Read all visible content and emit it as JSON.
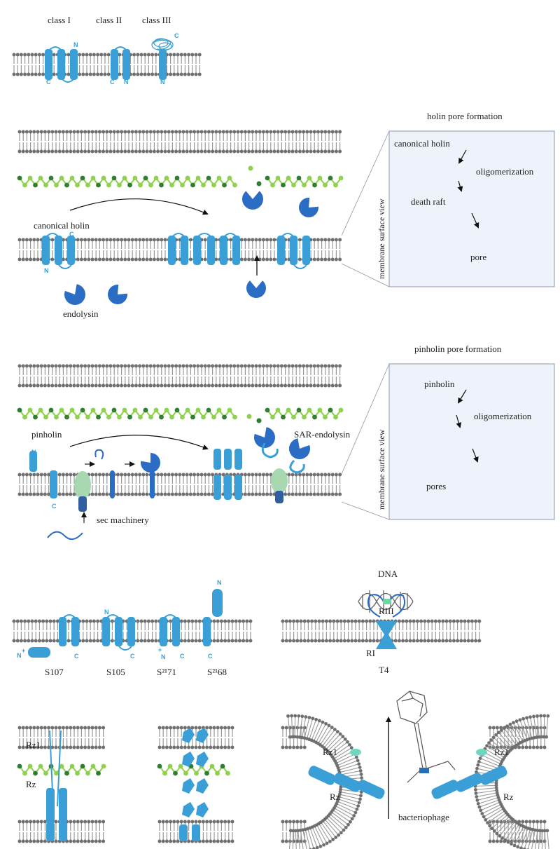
{
  "colors": {
    "protein": "#3a9fd6",
    "protein_dark": "#2b6cc4",
    "lipid_head": "#6f6f6f",
    "lipid_tail": "#9a9a9a",
    "pg_light": "#8fd14f",
    "pg_dark": "#2f7d32",
    "sec": "#a8d8b0",
    "panel_bg": "#eef2fa",
    "terminus": "#3a9fd6",
    "arrow": "#111111"
  },
  "topology": {
    "labels": [
      "class I",
      "class II",
      "class III"
    ],
    "terminals": {
      "class1": [
        "N",
        "C"
      ],
      "class2": [
        "C",
        "N"
      ],
      "class3": [
        "C",
        "N"
      ]
    }
  },
  "holin": {
    "label_canonical": "canonical holin",
    "label_endolysin": "endolysin",
    "terminals": [
      "N",
      "C"
    ],
    "panel": {
      "title": "holin pore formation",
      "side_label": "membrane surface view",
      "steps": [
        "canonical holin",
        "oligomerization",
        "death raft",
        "pore"
      ]
    }
  },
  "pinholin": {
    "label_pinholin": "pinholin",
    "label_sar": "SAR-endolysin",
    "label_sec": "sec machinery",
    "terminals": [
      "N",
      "C"
    ],
    "panel": {
      "title": "pinholin pore formation",
      "side_label": "membrane surface view",
      "steps": [
        "pinholin",
        "oligomerization",
        "pores"
      ]
    }
  },
  "variants": {
    "items": [
      "S107",
      "S105",
      "S²¹71",
      "S²¹68"
    ],
    "terminals": {
      "s107": [
        "N",
        "+",
        "C"
      ],
      "s105": [
        "N",
        "C"
      ],
      "s2171": [
        "+",
        "N",
        "C"
      ],
      "s2168": [
        "N",
        "C"
      ]
    }
  },
  "t4": {
    "dna": "DNA",
    "riii": "RIII",
    "ri": "RI",
    "name": "T4"
  },
  "spanin": {
    "rz1": "Rz1",
    "rz": "Rz",
    "bacteriophage": "bacteriophage"
  }
}
